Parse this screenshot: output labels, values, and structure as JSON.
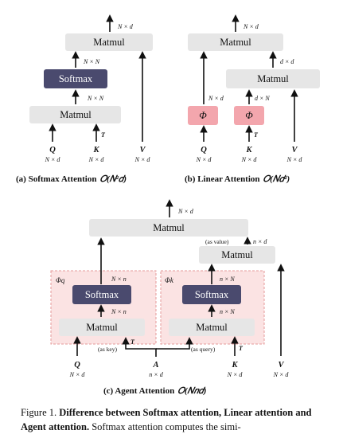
{
  "colors": {
    "gray_box": "#e6e6e6",
    "softmax_box": "#4a4a6e",
    "phi_box": "#f3a6ad",
    "pink_region": "#fbe3e3",
    "pink_border": "#e59a9a"
  },
  "labels": {
    "matmul": "Matmul",
    "softmax": "Softmax",
    "phi": "Φ",
    "phi_q": "Φq",
    "phi_k": "Φk"
  },
  "panel_a": {
    "caption": "(a) Softmax Attention",
    "complexity": "𝑂(𝑁²𝑑)",
    "out_dim": "N × d",
    "mid_dim1": "N × N",
    "mid_dim2": "N × N",
    "Q": "Q",
    "K": "K",
    "V": "V",
    "q_dim": "N × d",
    "k_dim": "N × d",
    "v_dim": "N × d",
    "transpose": "T"
  },
  "panel_b": {
    "caption": "(b) Linear Attention",
    "complexity": "𝑂(𝑁𝑑²)",
    "out_dim": "N × d",
    "right_dim": "d × d",
    "phi_q_dim": "N × d",
    "phi_k_dim": "d × N",
    "Q": "Q",
    "K": "K",
    "V": "V",
    "q_dim": "N × d",
    "k_dim": "N × d",
    "v_dim": "N × d",
    "transpose": "T"
  },
  "panel_c": {
    "caption": "(c) Agent Attention",
    "complexity": "𝑂(𝑁𝑛𝑑)",
    "out_dim": "N × d",
    "as_value": "(as value)",
    "as_value_dim": "n × d",
    "left_out_dim": "N × n",
    "left_mid_dim": "N × n",
    "right_out_dim": "n × N",
    "right_mid_dim": "n × N",
    "as_key": "(as key)",
    "as_query": "(as query)",
    "Q": "Q",
    "A": "A",
    "K": "K",
    "V": "V",
    "q_dim": "N × d",
    "a_dim": "n × d",
    "k_dim": "N × d",
    "v_dim": "N × d",
    "transpose": "T"
  },
  "figure_caption": {
    "prefix": "Figure 1.",
    "bold": "Difference between Softmax attention, Linear attention and Agent attention.",
    "rest": "Softmax attention computes the simi-"
  }
}
